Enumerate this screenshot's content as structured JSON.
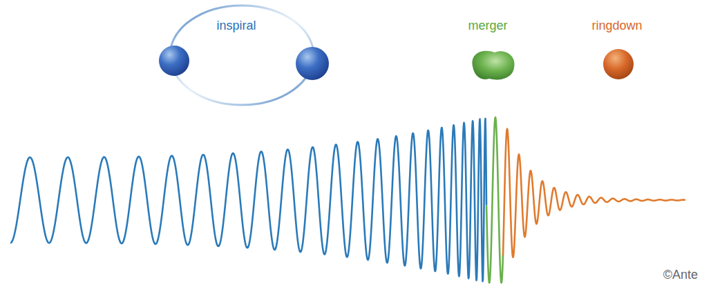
{
  "diagram": {
    "labels": [
      "inspiral",
      "merger",
      "ringdown",
      "©Ante"
    ]
  }
}
